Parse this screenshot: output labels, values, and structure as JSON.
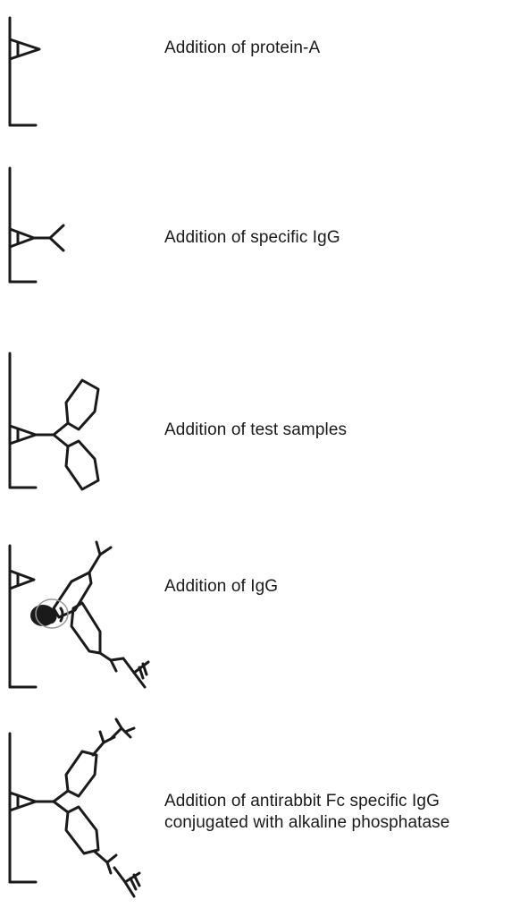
{
  "steps": [
    {
      "label": "Addition of protein-A"
    },
    {
      "label": "Addition of specific IgG"
    },
    {
      "label": "Addition of test samples"
    },
    {
      "label": "Addition of IgG"
    },
    {
      "label_line1": "Addition of antirabbit Fc specific IgG",
      "label_line2": "conjugated with alkaline phosphatase"
    }
  ],
  "icons": [
    "protein-a-icon",
    "antibody-icon",
    "antigen-icon",
    "enzyme-icon"
  ],
  "colors": {
    "ink": "#1a1a1a",
    "background": "#ffffff"
  }
}
